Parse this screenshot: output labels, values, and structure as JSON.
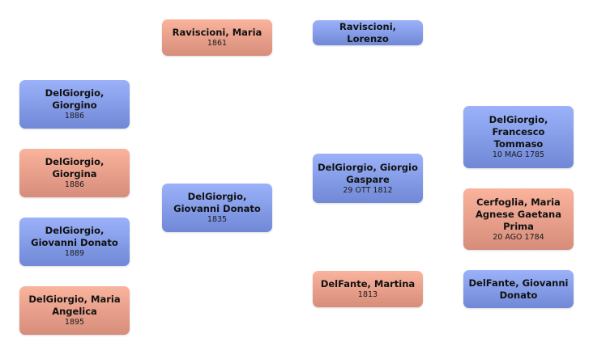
{
  "colors": {
    "male": "#8399e6",
    "female": "#ea9f8a"
  },
  "people": {
    "raviscioni_maria": {
      "name": "Raviscioni, Maria",
      "date": "1861",
      "sex": "female"
    },
    "raviscioni_lorenzo": {
      "name": "Raviscioni, Lorenzo",
      "date": "",
      "sex": "male"
    },
    "giorgino": {
      "name": "DelGiorgio, Giorgino",
      "date": "1886",
      "sex": "male"
    },
    "giorgina": {
      "name": "DelGiorgio, Giorgina",
      "date": "1886",
      "sex": "female"
    },
    "giovanni_donato_1889": {
      "name": "DelGiorgio, Giovanni Donato",
      "date": "1889",
      "sex": "male"
    },
    "maria_angelica": {
      "name": "DelGiorgio, Maria Angelica",
      "date": "1895",
      "sex": "female"
    },
    "giovanni_donato_1835": {
      "name": "DelGiorgio, Giovanni Donato",
      "date": "1835",
      "sex": "male"
    },
    "giorgio_gaspare": {
      "name": "DelGiorgio, Giorgio Gaspare",
      "date": "29 OTT 1812",
      "sex": "male"
    },
    "delfante_martina": {
      "name": "DelFante, Martina",
      "date": "1813",
      "sex": "female"
    },
    "francesco_tommaso": {
      "name": "DelGiorgio, Francesco Tommaso",
      "date": "10 MAG 1785",
      "sex": "male"
    },
    "cerfoglia_maria": {
      "name": "Cerfoglia, Maria Agnese Gaetana Prima",
      "date": "20 AGO 1784",
      "sex": "female"
    },
    "delfante_giovanni": {
      "name": "DelFante, Giovanni Donato",
      "date": "",
      "sex": "male"
    }
  }
}
